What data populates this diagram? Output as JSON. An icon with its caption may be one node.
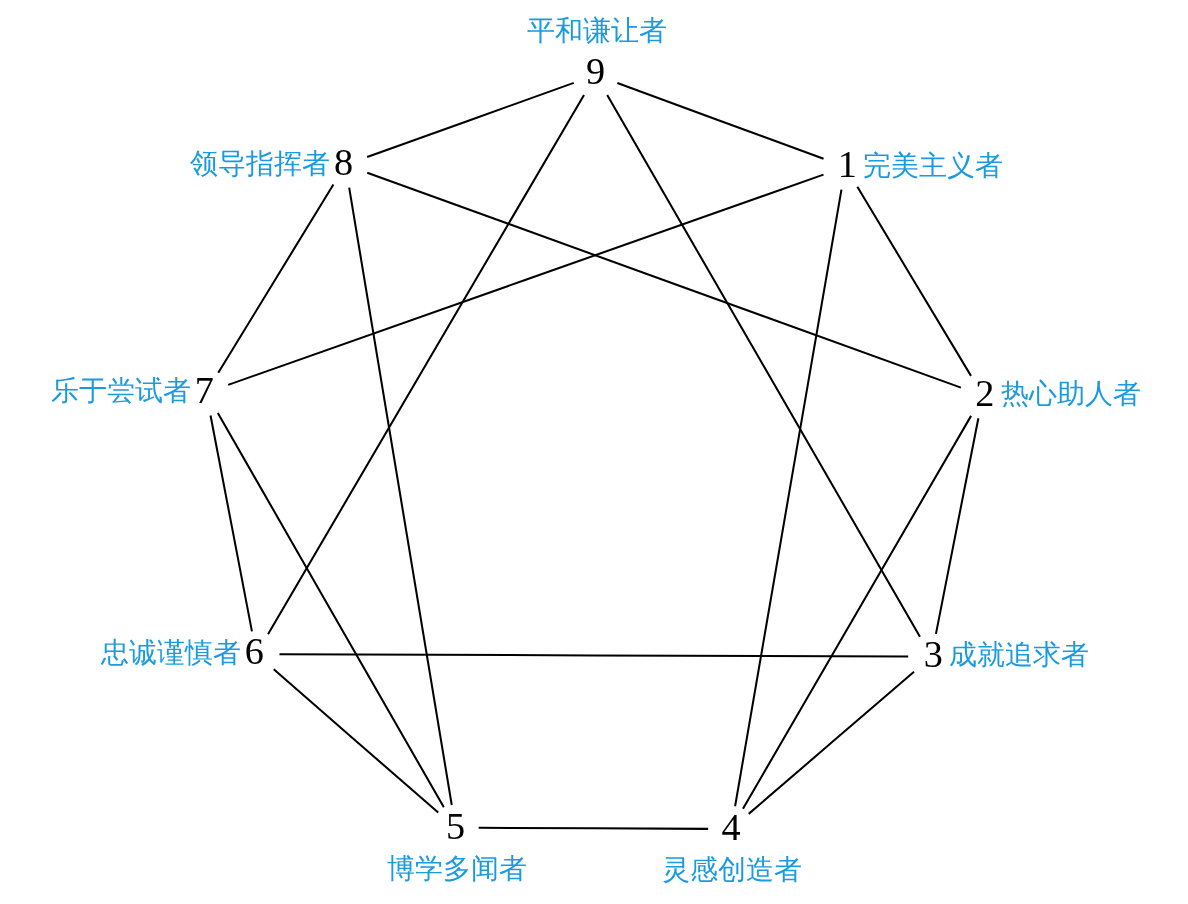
{
  "diagram": {
    "nodes": [
      {
        "text": [
          "9"
        ],
        "beside": [
          "平和谦让者"
        ]
      },
      {
        "text": [
          "8"
        ],
        "beside": [
          "领导指挥者"
        ]
      },
      {
        "text": [
          "1"
        ],
        "beside": [
          "完美主义者"
        ]
      },
      {
        "text": [
          "7"
        ],
        "beside": [
          "乐于尝试者"
        ]
      },
      {
        "text": [
          "2"
        ],
        "beside": [
          "热心助人者"
        ]
      },
      {
        "text": [
          "6"
        ],
        "beside": [
          "忠诚谨慎者"
        ]
      },
      {
        "text": [
          "3"
        ],
        "beside": [
          "成就追求者"
        ]
      },
      {
        "text": [
          "5"
        ],
        "beside": [
          "博学多闻者"
        ]
      },
      {
        "text": [
          "4"
        ],
        "beside": [
          "灵感创造者"
        ]
      }
    ],
    "edges": [
      {
        "from": 0,
        "to": 2,
        "arrow": "none"
      },
      {
        "from": 2,
        "to": 4,
        "arrow": "none"
      },
      {
        "from": 4,
        "to": 6,
        "arrow": "none"
      },
      {
        "from": 6,
        "to": 8,
        "arrow": "none"
      },
      {
        "from": 8,
        "to": 7,
        "arrow": "none"
      },
      {
        "from": 7,
        "to": 5,
        "arrow": "none"
      },
      {
        "from": 5,
        "to": 3,
        "arrow": "none"
      },
      {
        "from": 3,
        "to": 1,
        "arrow": "none"
      },
      {
        "from": 1,
        "to": 0,
        "arrow": "none"
      },
      {
        "from": 0,
        "to": 6,
        "arrow": "none"
      },
      {
        "from": 6,
        "to": 5,
        "arrow": "none"
      },
      {
        "from": 5,
        "to": 0,
        "arrow": "none"
      },
      {
        "from": 2,
        "to": 8,
        "arrow": "none"
      },
      {
        "from": 8,
        "to": 4,
        "arrow": "none"
      },
      {
        "from": 4,
        "to": 1,
        "arrow": "none"
      },
      {
        "from": 1,
        "to": 7,
        "arrow": "none"
      },
      {
        "from": 7,
        "to": 3,
        "arrow": "none"
      },
      {
        "from": 3,
        "to": 2,
        "arrow": "none"
      }
    ]
  }
}
